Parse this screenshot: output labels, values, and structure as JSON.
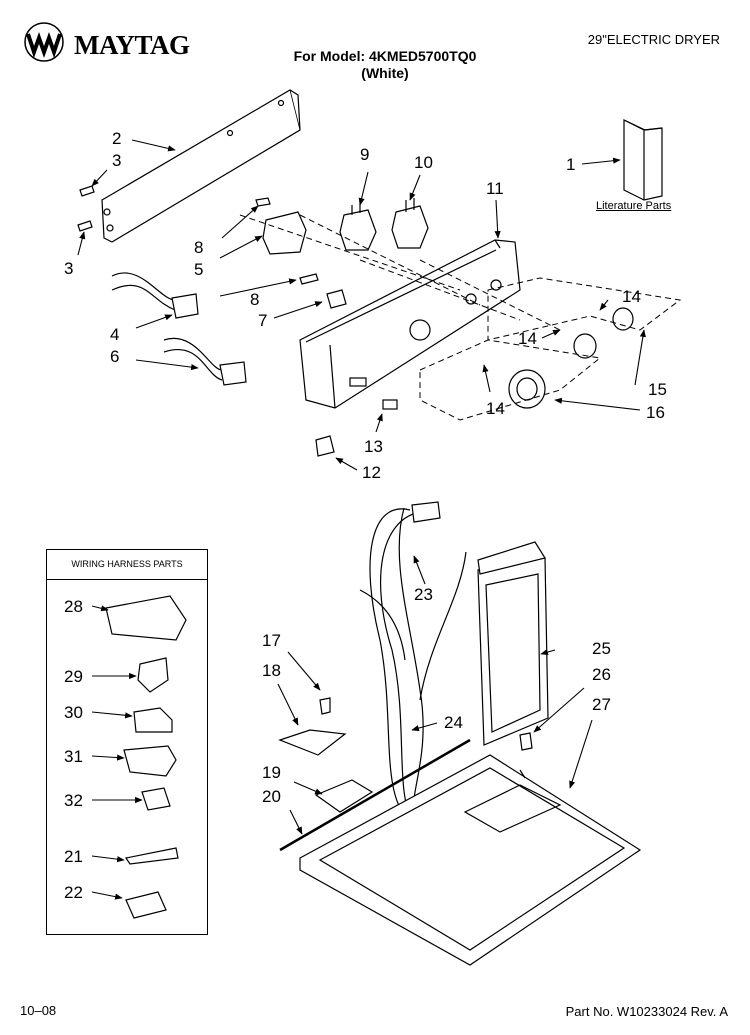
{
  "header": {
    "brand": "MAYTAG",
    "product": "29\"ELECTRIC DRYER",
    "model_line": "For Model: 4KMED5700TQ0",
    "color_line": "(White)"
  },
  "literature_label": "Literature Parts",
  "wiring_box": {
    "title": "WIRING HARNESS PARTS"
  },
  "callouts": {
    "c1": "1",
    "c2": "2",
    "c3a": "3",
    "c3b": "3",
    "c4": "4",
    "c5": "5",
    "c6": "6",
    "c7": "7",
    "c8a": "8",
    "c8b": "8",
    "c9": "9",
    "c10": "10",
    "c11": "11",
    "c12": "12",
    "c13": "13",
    "c14a": "14",
    "c14b": "14",
    "c14c": "14",
    "c15": "15",
    "c16": "16",
    "c17": "17",
    "c18": "18",
    "c19": "19",
    "c20": "20",
    "c21": "21",
    "c22": "22",
    "c23": "23",
    "c24": "24",
    "c25": "25",
    "c26": "26",
    "c27": "27",
    "c28": "28",
    "c29": "29",
    "c30": "30",
    "c31": "31",
    "c32": "32"
  },
  "footer": {
    "date": "10–08",
    "part_no": "Part No. W10233024 Rev. A"
  }
}
